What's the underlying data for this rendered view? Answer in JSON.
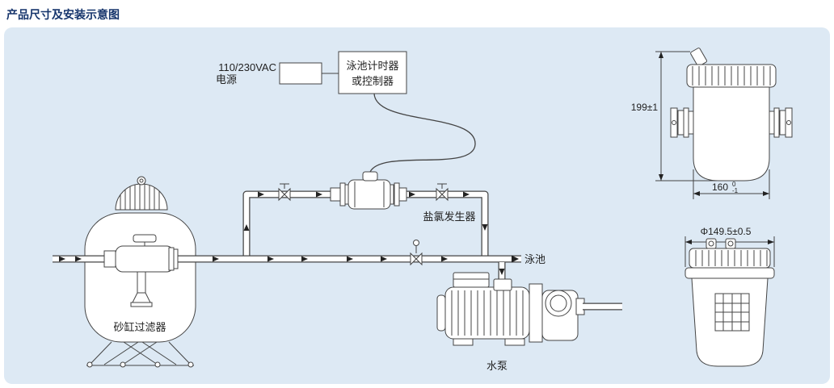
{
  "page": {
    "title": "产品尺寸及安装示意图"
  },
  "schematic": {
    "power": {
      "line1": "110/230VAC",
      "line2": "电源"
    },
    "controller": {
      "line1": "泳池计时器",
      "line2": "或控制器"
    },
    "chlorinator_label": "盐氯发生器",
    "sand_filter_label": "砂缸过滤器",
    "pump_label": "水泵",
    "pool_label": "泳池"
  },
  "dimension_views": {
    "height": "199±1",
    "width": "160",
    "width_tol_upper": "0",
    "width_tol_lower": "-1",
    "diameter": "Φ149.5±0.5"
  },
  "colors": {
    "title": "#16356c",
    "panel_bg": "#dde9f4",
    "line": "#444444",
    "text": "#222222"
  }
}
